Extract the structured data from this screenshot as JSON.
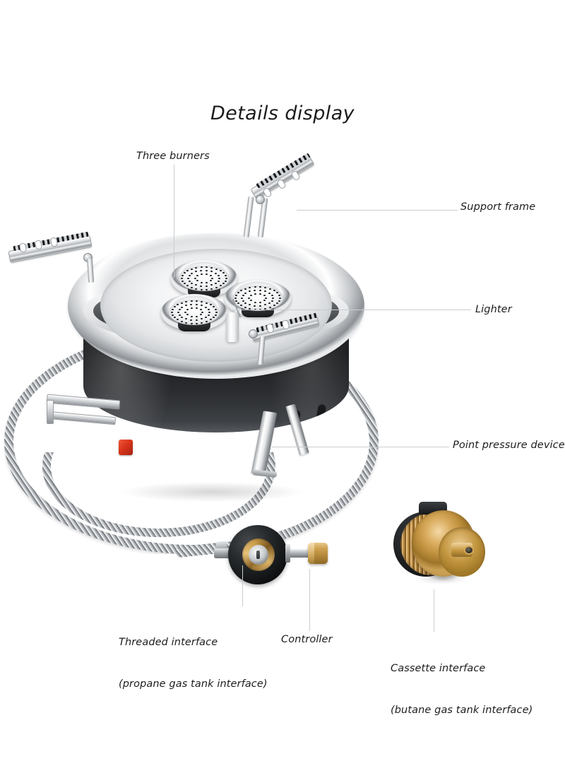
{
  "page": {
    "title": "Details display",
    "background_color": "#ffffff",
    "text_color": "#1d1d1d",
    "leader_line_color": "#c9cdd1"
  },
  "product": {
    "name": "portable three-burner camping gas stove",
    "body_color": "#1a1c1e",
    "chrome_color": "#e2e4e6",
    "brass_color": "#c0923f",
    "accent_color": "#d8341b",
    "parts": {
      "burner_count": 3,
      "vent_slot_count": 3,
      "support_arm_count": 3,
      "hose": "braided stainless steel hose",
      "igniter_button_color": "#d8341b"
    }
  },
  "callouts": [
    {
      "id": "three-burners",
      "label": "Three burners"
    },
    {
      "id": "support-frame",
      "label": "Support frame"
    },
    {
      "id": "lighter",
      "label": "Lighter"
    },
    {
      "id": "point-pressure",
      "label": "Point pressure device"
    },
    {
      "id": "threaded-interface",
      "label_line1": "Threaded interface",
      "label_line2": "(propane gas tank interface)"
    },
    {
      "id": "controller",
      "label": "Controller"
    },
    {
      "id": "cassette-interface",
      "label_line1": "Cassette interface",
      "label_line2": "(butane gas tank interface)"
    }
  ]
}
